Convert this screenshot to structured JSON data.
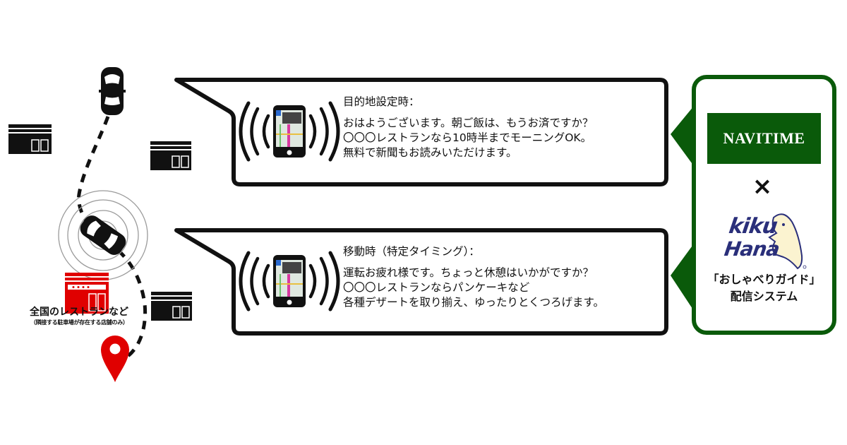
{
  "diagram": {
    "left_scene": {
      "restaurant_caption": "全国のレストランなど",
      "restaurant_subcaption": "（隣接する駐車場が存在する店舗のみ）",
      "icons": [
        "car-top-icon",
        "store-icon",
        "store-icon",
        "car-with-signal-icon",
        "restaurant-icon",
        "store-icon",
        "map-pin-icon"
      ]
    },
    "bubbles": [
      {
        "heading": "目的地設定時：",
        "lines": [
          "おはようございます。朝ご飯は、もうお済ですか？",
          "〇〇〇レストランなら10時半までモーニングOK。",
          "無料で新聞もお読みいただけます。"
        ]
      },
      {
        "heading": "移動時（特定タイミング）：",
        "lines": [
          "運転お疲れ様です。ちょっと休憩はいかがですか？",
          "〇〇〇レストランならパンケーキなど",
          "各種デザートを取り揃え、ゆったりとくつろげます。"
        ]
      }
    ],
    "provider": {
      "navitime_logo": "NAVITIME",
      "times_symbol": "×",
      "kikuhana_logo_line1": "kiku",
      "kikuhana_logo_line2": "Hana",
      "system_line1": "「おしゃべりガイド」",
      "system_line2": "配信システム"
    },
    "colors": {
      "green": "#0a5a0a",
      "red": "#e00000",
      "black": "#111111",
      "logo_navy": "#2a2f7a",
      "logo_cream": "#fbf3d0"
    }
  }
}
